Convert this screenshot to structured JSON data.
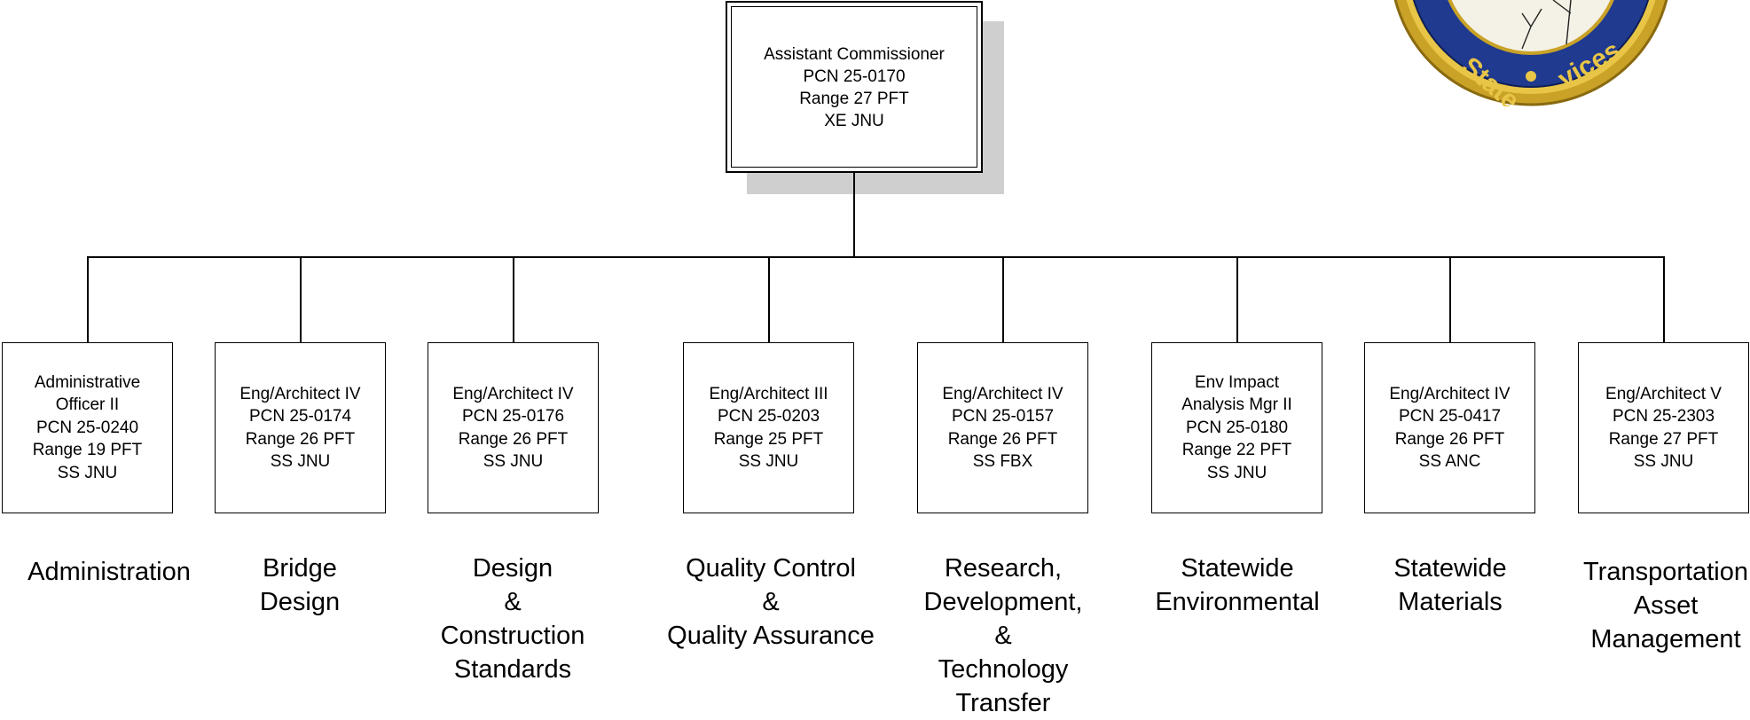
{
  "root": {
    "lines": [
      "Assistant Commissioner",
      "PCN 25-0170",
      "Range 27 PFT",
      "XE  JNU"
    ]
  },
  "positions": [
    {
      "lines": [
        "Administrative",
        "Officer II",
        "PCN 25-0240",
        "Range 19 PFT",
        "SS  JNU"
      ],
      "section": [
        "Administration"
      ]
    },
    {
      "lines": [
        "Eng/Architect IV",
        "PCN 25-0174",
        "Range 26 PFT",
        "SS  JNU"
      ],
      "section": [
        "Bridge",
        "Design"
      ]
    },
    {
      "lines": [
        "Eng/Architect IV",
        "PCN 25-0176",
        "Range 26 PFT",
        "SS  JNU"
      ],
      "section": [
        "Design",
        "&",
        "Construction",
        "Standards"
      ]
    },
    {
      "lines": [
        "Eng/Architect III",
        "PCN 25-0203",
        "Range 25  PFT",
        "SS  JNU"
      ],
      "section": [
        "Quality Control",
        "&",
        "Quality Assurance"
      ]
    },
    {
      "lines": [
        "Eng/Architect IV",
        "PCN 25-0157",
        "Range 26 PFT",
        "SS  FBX"
      ],
      "section": [
        "Research,",
        "Development,",
        "&",
        "Technology",
        "Transfer"
      ]
    },
    {
      "lines": [
        "Env Impact",
        "Analysis Mgr II",
        "PCN 25-0180",
        "Range 22 PFT",
        "SS  JNU"
      ],
      "section": [
        "Statewide",
        "Environmental"
      ]
    },
    {
      "lines": [
        "Eng/Architect IV",
        "PCN 25-0417",
        "Range 26 PFT",
        "SS  ANC"
      ],
      "section": [
        "Statewide",
        "Materials"
      ]
    },
    {
      "lines": [
        "Eng/Architect V",
        "PCN 25-2303",
        "Range 27 PFT",
        "SS  JNU"
      ],
      "section": [
        "Transportation",
        "Asset",
        "Management"
      ]
    }
  ],
  "seal": {
    "text_left": "State",
    "text_right": "vices"
  }
}
